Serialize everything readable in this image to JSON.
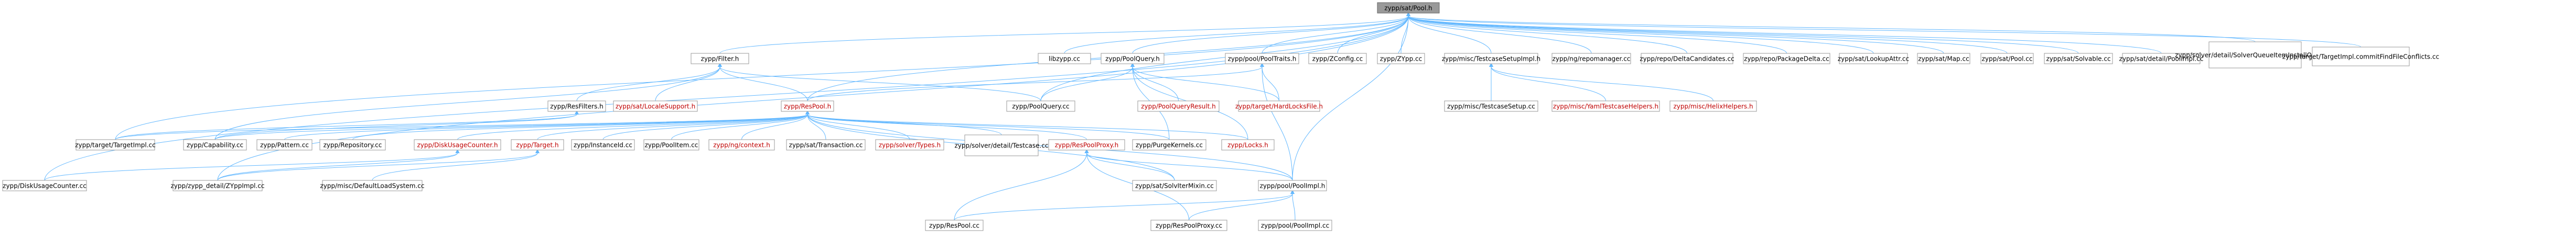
{
  "colors": {
    "edge": "#63b8ff",
    "node_border": "#999999",
    "root_fill": "#999999",
    "red_text": "#bf0000",
    "text": "#000000"
  },
  "nodes": {
    "root": "zypp/sat/Pool.h",
    "filter_h": "zypp/Filter.h",
    "poolquery_h": "zypp/PoolQuery.h",
    "pooltraits_h": "zypp/pool/PoolTraits.h",
    "zconfig_cc": "zypp/ZConfig.cc",
    "zypp_cc": "zypp/ZYpp.cc",
    "testcase_setup_impl_h": "zypp/misc/TestcaseSetupImpl.h",
    "repomanager_cc": "zypp/ng/repomanager.cc",
    "deltacandidates_cc": "zypp/repo/DeltaCandidates.cc",
    "packagedelta_cc": "zypp/repo/PackageDelta.cc",
    "lookupattr_cc": "zypp/sat/LookupAttr.cc",
    "map_cc": "zypp/sat/Map.cc",
    "pool_cc": "zypp/sat/Pool.cc",
    "solvable_cc": "zypp/sat/Solvable.cc",
    "poolimpl_cc": "zypp/sat/detail/PoolImpl.cc",
    "solverqueue_cc": "zypp/solver/detail/SolverQueueItemInstallOneOf.cc",
    "targetcommit_cc": "zypp/target/TargetImpl.commitFindFileConflicts.cc",
    "libzypp_cc": "libzypp.cc",
    "resfilters_h": "zypp/ResFilters.h",
    "localesupport_h": "zypp/sat/LocaleSupport.h",
    "respool_h": "zypp/ResPool.h",
    "poolquery_cc": "zypp/PoolQuery.cc",
    "poolqueryresult_h": "zypp/PoolQueryResult.h",
    "hardlocksfile_h": "zypp/target/HardLocksFile.h",
    "testcase_setup_cc": "zypp/misc/TestcaseSetup.cc",
    "yamltestcase_h": "zypp/misc/YamlTestcaseHelpers.h",
    "helixhelpers_h": "zypp/misc/HelixHelpers.h",
    "targetimpl_cc": "zypp/target/TargetImpl.cc",
    "capability_cc": "zypp/Capability.cc",
    "pattern_cc": "zypp/Pattern.cc",
    "repository_cc": "zypp/Repository.cc",
    "diskusage_h": "zypp/DiskUsageCounter.h",
    "target_h": "zypp/Target.h",
    "instanceid_cc": "zypp/InstanceId.cc",
    "poolitem_cc": "zypp/PoolItem.cc",
    "ng_context_h": "zypp/ng/context.h",
    "transaction_cc": "zypp/sat/Transaction.cc",
    "solver_types_h": "zypp/solver/Types.h",
    "solver_testcase_cc": "zypp/solver/detail/Testcase.cc",
    "respoolproxy_h": "zypp/ResPoolProxy.h",
    "purgekernels_cc": "zypp/PurgeKernels.cc",
    "locks_h": "zypp/Locks.h",
    "diskusage_cc": "zypp/DiskUsageCounter.cc",
    "zyppimpl_cc": "zypp/zypp_detail/ZYppImpl.cc",
    "defaultload_cc": "zypp/misc/DefaultLoadSystem.cc",
    "satsolvable_cc": "zypp/sat/SolvIterMixin.cc",
    "poolimpl_h": "zypp/pool/PoolImpl.h",
    "respool_cc": "zypp/ResPool.cc",
    "respoolproxy_cc": "zypp/ResPoolProxy.cc",
    "poolimpl2_cc": "zypp/pool/PoolImpl.cc"
  }
}
